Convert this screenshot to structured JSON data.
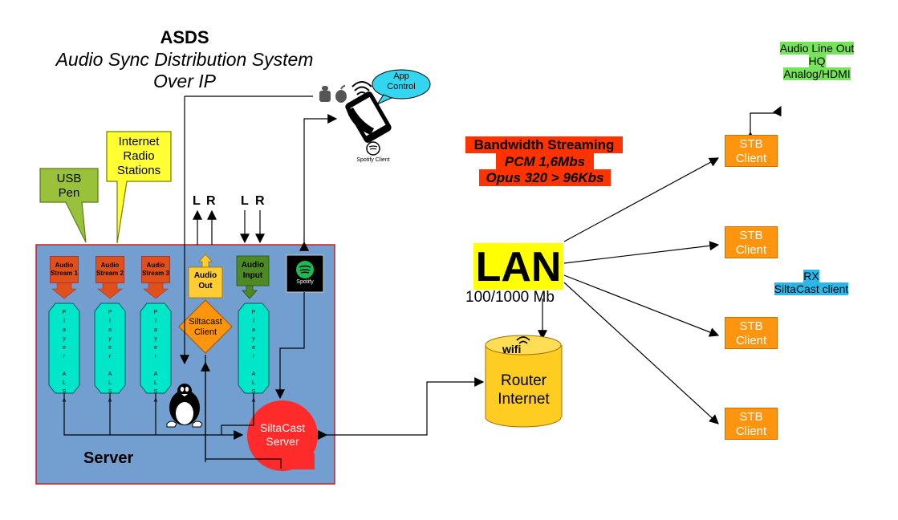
{
  "title": {
    "line1": "ASDS",
    "line2": "Audio Sync Distribution System",
    "line3": "Over IP"
  },
  "callouts": {
    "usb": [
      "USB",
      "Pen"
    ],
    "radio": [
      "Internet",
      "Radio",
      "Stations"
    ]
  },
  "server": {
    "label": "Server",
    "streams": [
      "Audio\nStream 1",
      "Audio\nStream 2",
      "Audio\nStream 3"
    ],
    "player_text": "P\nl\na\ny\ne\nr\n\nA\nL\nS\nA",
    "audio_out": [
      "Audio",
      "Out"
    ],
    "audio_input": [
      "Audio",
      "Input"
    ],
    "siltacast_client": [
      "Siltacast",
      "Client"
    ],
    "spotify_label": "Spotify",
    "siltacast_server": [
      "SiltaCast",
      "Server"
    ]
  },
  "io": {
    "out_l": "L",
    "out_r": "R",
    "in_l": "L",
    "in_r": "R"
  },
  "phone": {
    "app_control": [
      "App",
      "Control"
    ],
    "spotify_client": "Spotify Client"
  },
  "bandwidth": {
    "line1": "Bandwidth Streaming",
    "line2": "PCM  1,6Mbs",
    "line3": "Opus 320 > 96Kbs"
  },
  "lan": {
    "label": "LAN",
    "speed": "100/1000 Mb"
  },
  "router": {
    "wifi": "wifi",
    "label": [
      "Router",
      "Internet"
    ]
  },
  "clients": [
    {
      "label": [
        "STB",
        "Client"
      ]
    },
    {
      "label": [
        "STB",
        "Client"
      ]
    },
    {
      "label": [
        "STB",
        "Client"
      ]
    },
    {
      "label": [
        "STB",
        "Client"
      ]
    }
  ],
  "line_out": [
    "Audio Line Out",
    "HQ",
    "Analog/HDMI"
  ],
  "rx": [
    "RX",
    "SiltaCast client"
  ],
  "colors": {
    "server_bg": "#729fcf",
    "server_border": "#c9211e",
    "cyan": "#00e6c8",
    "orange": "#ff950e",
    "red_server": "#ff2a2a",
    "yellow": "#ffff00",
    "green_tag": "#77e35a",
    "blue_tag": "#2bb7e8",
    "bw_red": "#ff3300"
  }
}
